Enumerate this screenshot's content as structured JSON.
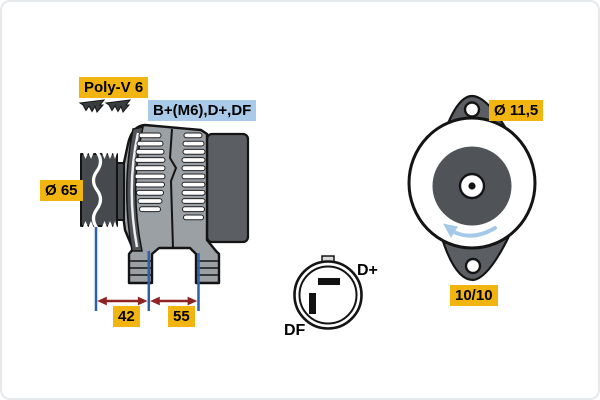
{
  "diagram": {
    "type": "alternator-technical-drawing",
    "labels": {
      "belt_type": "Poly-V 6",
      "terminals": "B+(M6),D+,DF",
      "pulley_diameter": "Ø 65",
      "mounting_hole_diameter": "Ø 11,5",
      "rating": "10/10",
      "dimension_left": "42",
      "dimension_right": "55",
      "connector_terminal_top": "D+",
      "connector_terminal_bottom": "DF"
    },
    "icons": {
      "belt_section": "poly-v-belt-cross-section",
      "rotation": "counterclockwise-rotation-arrow"
    },
    "colors": {
      "highlight_yellow": "#F2B50F",
      "highlight_blue": "#A9CAE8",
      "dimension_line_blue": "#2E5FAC",
      "dimension_arrow_red": "#8E2323",
      "rotation_arrow_blue": "#A5C9E9",
      "body_gray": "#9BA0A5",
      "dark_gray": "#5B5F64",
      "pulley_gray": "#46494D",
      "hub_gray": "#505458"
    }
  }
}
